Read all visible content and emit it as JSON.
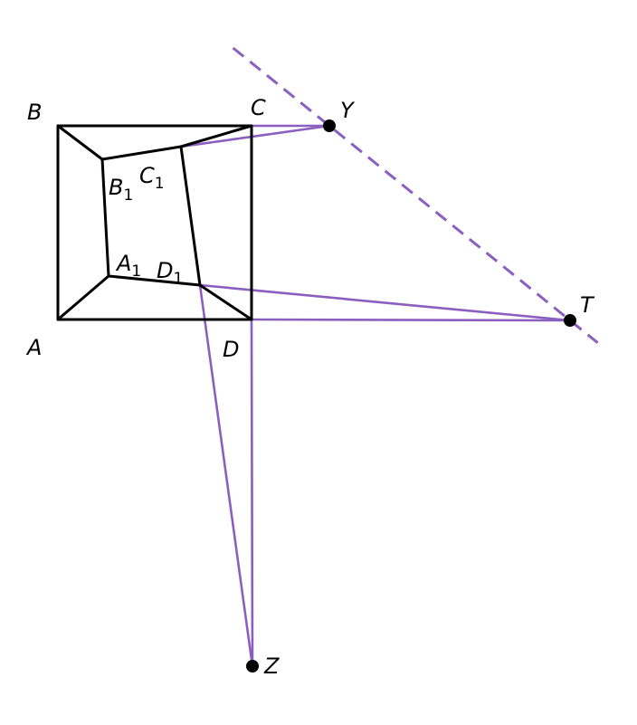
{
  "colors": {
    "figure": "#000000",
    "construction": "#8b5fbf",
    "background": "#ffffff"
  },
  "points": [
    {
      "id": "A",
      "letter": "A",
      "sub": ""
    },
    {
      "id": "B",
      "letter": "B",
      "sub": ""
    },
    {
      "id": "C",
      "letter": "C",
      "sub": ""
    },
    {
      "id": "D",
      "letter": "D",
      "sub": ""
    },
    {
      "id": "A1",
      "letter": "A",
      "sub": "1"
    },
    {
      "id": "B1",
      "letter": "B",
      "sub": "1"
    },
    {
      "id": "C1",
      "letter": "C",
      "sub": "1"
    },
    {
      "id": "D1",
      "letter": "D",
      "sub": "1"
    },
    {
      "id": "Y",
      "letter": "Y",
      "sub": ""
    },
    {
      "id": "T",
      "letter": "T",
      "sub": ""
    },
    {
      "id": "Z",
      "letter": "Z",
      "sub": ""
    }
  ],
  "outer_square": [
    "A",
    "B",
    "C",
    "D"
  ],
  "inner_quad": [
    "A1",
    "B1",
    "C1",
    "D1"
  ],
  "connectors": [
    [
      "A",
      "A1"
    ],
    [
      "B",
      "B1"
    ],
    [
      "C",
      "C1"
    ],
    [
      "D",
      "D1"
    ]
  ],
  "construction_lines": [
    [
      "C",
      "Y"
    ],
    [
      "C1",
      "Y"
    ],
    [
      "D",
      "T"
    ],
    [
      "D1",
      "T"
    ],
    [
      "D",
      "Z"
    ],
    [
      "D1",
      "Z"
    ]
  ],
  "dashed_line_through": [
    "Y",
    "T"
  ],
  "marked_points": [
    "Y",
    "T",
    "Z"
  ]
}
